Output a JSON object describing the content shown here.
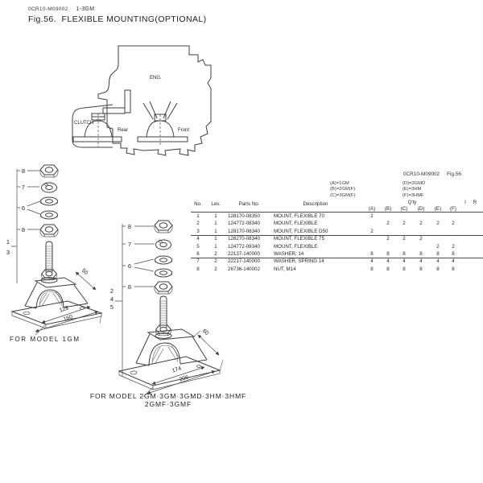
{
  "header": {
    "doc_code": "0CR10-M09002",
    "model": "1-3GM",
    "title": "Fig.56.  FLEXIBLE MOUNTING(OPTIONAL)"
  },
  "overview": {
    "eng": "ENG.",
    "clutch": "CLUTCH",
    "rear": "Rear",
    "front": "Front"
  },
  "left_view": {
    "callouts": [
      "8",
      "7",
      "6",
      "8"
    ],
    "refs": [
      "1",
      "3"
    ],
    "dims": [
      "50",
      "128",
      "160"
    ],
    "caption": "FOR MODEL 1GM"
  },
  "right_view": {
    "callouts": [
      "8",
      "7",
      "6",
      "8"
    ],
    "refs": [
      "2",
      "4",
      "5"
    ],
    "dims": [
      "60",
      "174",
      "206"
    ],
    "caption_line1": "FOR MODEL 2GM·3GM·3GMD·3HM·3HMF",
    "caption_line2": "2GMF·3GMF"
  },
  "table": {
    "doc_ref": "0CR10-M09002",
    "fig_ref": "Fig.56",
    "legend_left": [
      "(A)=1GM",
      "(B)=2GM(F)",
      "(C)=3GM(F)"
    ],
    "legend_right": [
      "(D)=3GMD",
      "(E)=3HM",
      "(F)=3HMF"
    ],
    "headers": {
      "no": "No.",
      "lev": "Lev.",
      "parts_no": "Parts No.",
      "description": "Description",
      "qty": "Q'ty",
      "cols": [
        "(A)",
        "(B)",
        "(C)",
        "(D)",
        "(E)",
        "(F)"
      ],
      "i": "I",
      "r": "R"
    },
    "rows": [
      {
        "no": "1",
        "lev": "1",
        "parts_no": "128170-08350",
        "description": "MOUNT, FLEXIBLE 70",
        "qty": [
          "2",
          "",
          "",
          "",
          "",
          ""
        ]
      },
      {
        "no": "2",
        "lev": "1",
        "parts_no": "124772-08340",
        "description": "MOUNT, FLEXIBLE",
        "qty": [
          "",
          "2",
          "2",
          "2",
          "2",
          "2"
        ]
      },
      {
        "no": "3",
        "lev": "1",
        "parts_no": "128170-08340",
        "description": "MOUNT, FLEXIBLE D50",
        "qty": [
          "2",
          "",
          "",
          "",
          "",
          ""
        ]
      },
      {
        "no": "4",
        "lev": "1",
        "parts_no": "128270-08340",
        "description": "MOUNT, FLEXIBLE 75",
        "qty": [
          "",
          "2",
          "2",
          "2",
          "",
          ""
        ]
      },
      {
        "no": "5",
        "lev": "1",
        "parts_no": "124772-08340",
        "description": "MOUNT, FLEXIBLE",
        "qty": [
          "",
          "",
          "",
          "",
          "2",
          "2"
        ]
      },
      {
        "no": "6",
        "lev": "2",
        "parts_no": "22137-140000",
        "description": "WASHER, 14",
        "qty": [
          "8",
          "8",
          "8",
          "8",
          "8",
          "8"
        ]
      },
      {
        "no": "7",
        "lev": "2",
        "parts_no": "22217-140000",
        "description": "WASHER, SPRING 14",
        "qty": [
          "4",
          "4",
          "4",
          "4",
          "4",
          "4"
        ]
      },
      {
        "no": "8",
        "lev": "2",
        "parts_no": "26736-140002",
        "description": "NUT, M14",
        "qty": [
          "8",
          "8",
          "8",
          "8",
          "8",
          "8"
        ]
      }
    ]
  }
}
